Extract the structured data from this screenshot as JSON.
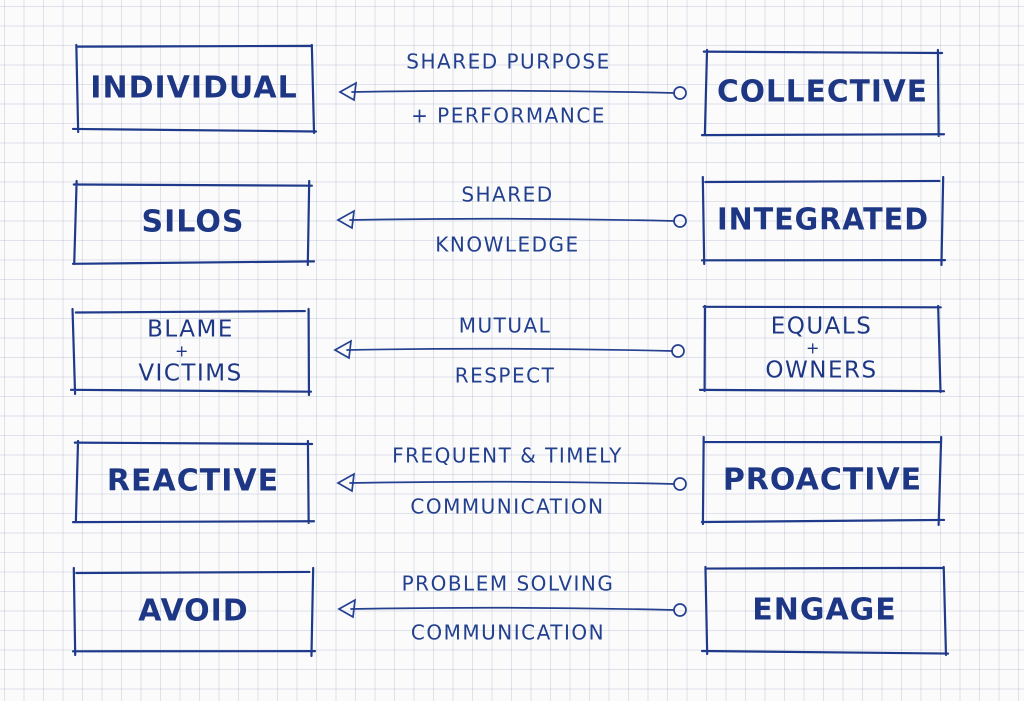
{
  "rows": [
    {
      "left": [
        "INDIVIDUAL"
      ],
      "right": [
        "COLLECTIVE"
      ],
      "label_top": "SHARED PURPOSE",
      "label_bottom": "+ PERFORMANCE"
    },
    {
      "left": [
        "SILOS"
      ],
      "right": [
        "INTEGRATED"
      ],
      "label_top": "SHARED",
      "label_bottom": "KNOWLEDGE"
    },
    {
      "left": [
        "BLAME",
        "+",
        "VICTIMS"
      ],
      "right": [
        "EQUALS",
        "+",
        "OWNERS"
      ],
      "label_top": "MUTUAL",
      "label_bottom": "RESPECT"
    },
    {
      "left": [
        "REACTIVE"
      ],
      "right": [
        "PROACTIVE"
      ],
      "label_top": "FREQUENT & TIMELY",
      "label_bottom": "COMMUNICATION"
    },
    {
      "left": [
        "AVOID"
      ],
      "right": [
        "ENGAGE"
      ],
      "label_top": "PROBLEM SOLVING",
      "label_bottom": "COMMUNICATION"
    }
  ],
  "colors": {
    "ink": "#1f3a8a",
    "paper": "#fbfbfc",
    "grid": "#9aa0be"
  }
}
